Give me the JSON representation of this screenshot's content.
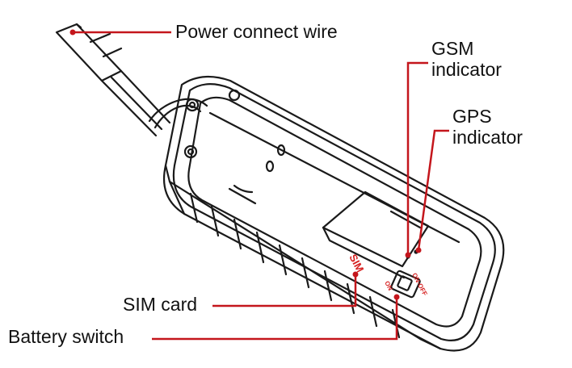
{
  "labels": {
    "power_connect_wire": "Power connect wire",
    "gsm_indicator_line1": "GSM",
    "gsm_indicator_line2": "indicator",
    "gps_indicator_line1": "GPS",
    "gps_indicator_line2": "indicator",
    "sim_card": "SIM card",
    "battery_switch": "Battery switch"
  },
  "device_markings": {
    "sim": "SIM",
    "on": "ON",
    "on_off": "ON-OFF"
  },
  "colors": {
    "callout": "#c4161c",
    "outline": "#1a1a1a",
    "marking": "#d62020"
  }
}
